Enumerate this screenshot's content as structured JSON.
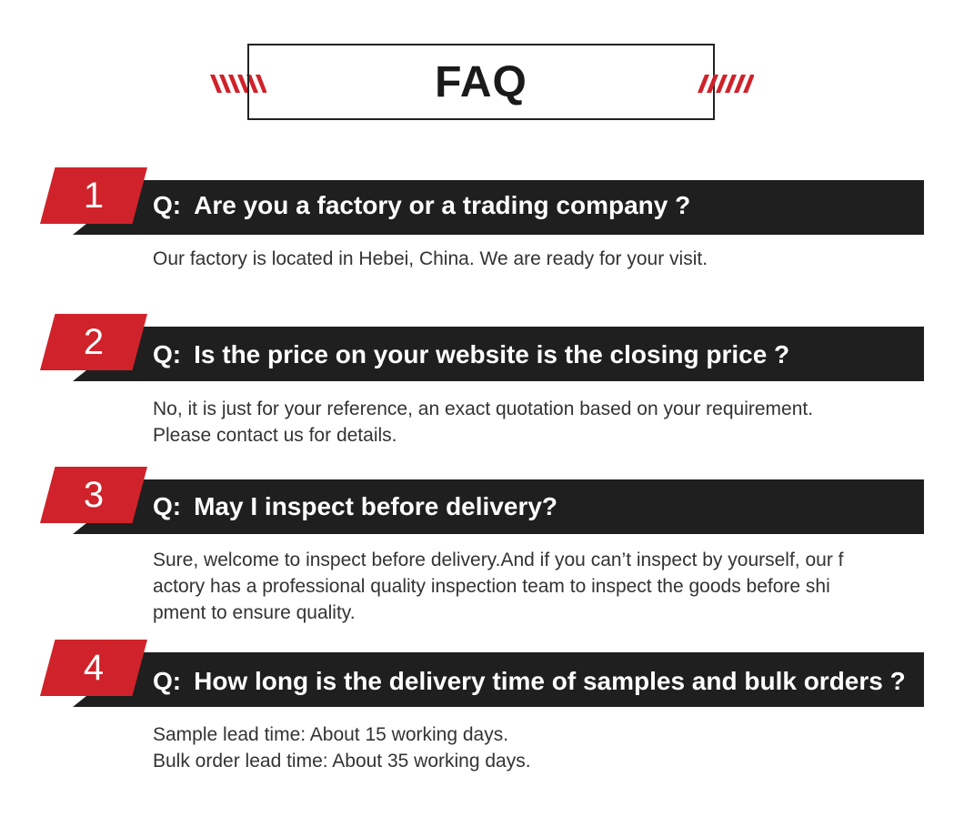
{
  "header": {
    "title": "FAQ"
  },
  "colors": {
    "accent": "#d0222a",
    "bar": "#1f1f1f",
    "answer_text": "#333333",
    "title_text": "#1a1a1a"
  },
  "faq": [
    {
      "number": "1",
      "q_prefix": "Q:",
      "question": "Are you a factory or a trading company ?",
      "answer_lines": [
        "Our factory is located in Hebei, China. We are ready for your visit."
      ]
    },
    {
      "number": "2",
      "q_prefix": "Q:",
      "question": "Is the price on your website is the closing price ?",
      "answer_lines": [
        "No, it is just for your reference, an exact quotation based on your requirement.",
        "Please contact us for details."
      ]
    },
    {
      "number": "3",
      "q_prefix": "Q:",
      "question": "May I inspect before delivery?",
      "answer_lines": [
        "Sure, welcome to inspect  before delivery.And if you can’t inspect by yourself, our f",
        "actory has a professional quality inspection team to inspect the goods before shi",
        "pment to ensure quality."
      ]
    },
    {
      "number": "4",
      "q_prefix": "Q:",
      "question": "How long is the delivery time of samples and bulk orders ?",
      "answer_lines": [
        "Sample lead time: About 15 working days.",
        "Bulk order lead time: About 35 working days."
      ]
    }
  ]
}
